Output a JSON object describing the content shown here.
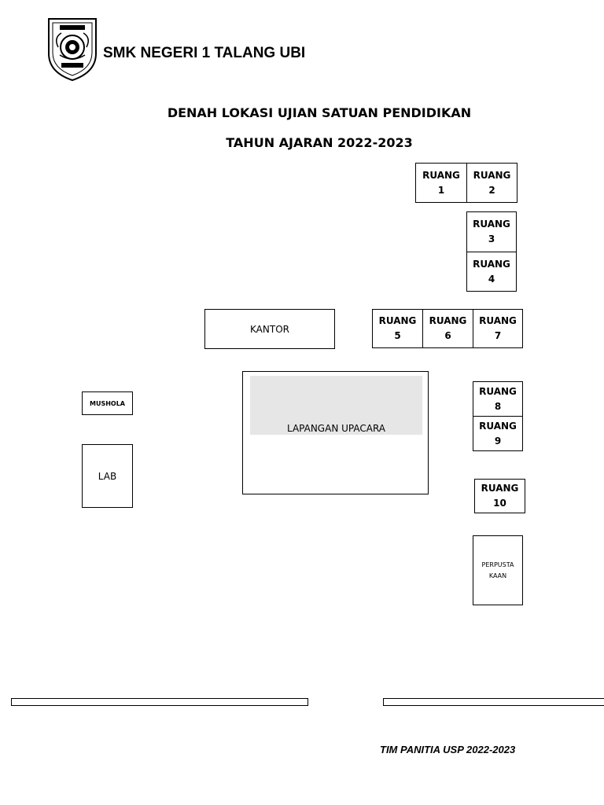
{
  "header": {
    "school_name": "SMK NEGERI 1 TALANG UBI",
    "logo_icon": "school-emblem-shield-icon"
  },
  "title": {
    "line1": "DENAH LOKASI UJIAN SATUAN PENDIDIKAN",
    "line2": "TAHUN AJARAN 2022-2023"
  },
  "map": {
    "rooms": [
      {
        "word": "RUANG",
        "number": "1"
      },
      {
        "word": "RUANG",
        "number": "2"
      },
      {
        "word": "RUANG",
        "number": "3"
      },
      {
        "word": "RUANG",
        "number": "4"
      },
      {
        "word": "RUANG",
        "number": "5"
      },
      {
        "word": "RUANG",
        "number": "6"
      },
      {
        "word": "RUANG",
        "number": "7"
      },
      {
        "word": "RUANG",
        "number": "8"
      },
      {
        "word": "RUANG",
        "number": "9"
      },
      {
        "word": "RUANG",
        "number": "10"
      }
    ],
    "kantor": "KANTOR",
    "mushola": "MUSHOLA",
    "lab": "LAB",
    "lapangan": "LAPANGAN UPACARA",
    "perpustakaan": {
      "line1": "PERPUSTA",
      "line2": "KAAN"
    }
  },
  "footer": {
    "panitia": "TIM PANITIA USP 2022-2023"
  },
  "colors": {
    "lapangan_fill": "#e6e6e6",
    "line": "#000000"
  }
}
